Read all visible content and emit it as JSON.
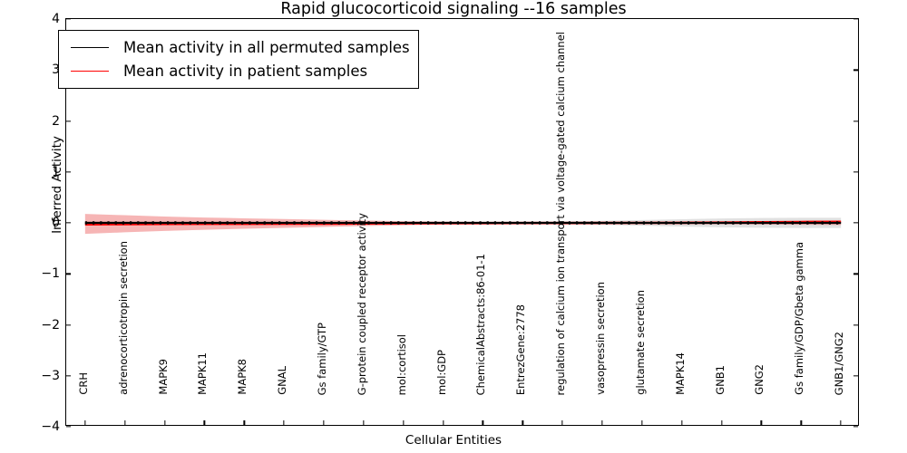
{
  "chart_data": {
    "type": "line",
    "title": "Rapid glucocorticoid signaling --16 samples",
    "xlabel": "Cellular Entities",
    "ylabel": "Inferred Activity",
    "ylim": [
      -4,
      4
    ],
    "yticks": [
      "-4",
      "-3",
      "-2",
      "-1",
      "0",
      "1",
      "2",
      "3",
      "4"
    ],
    "grid": false,
    "legend_position": "upper left",
    "legend": [
      {
        "label": "Mean activity in all permuted samples",
        "color": "#000000"
      },
      {
        "label": "Mean activity in patient samples",
        "color": "#ff0000"
      }
    ],
    "categories": [
      "CRH",
      "adrenocorticotropin secretion",
      "MAPK9",
      "MAPK11",
      "MAPK8",
      "GNAL",
      "Gs family/GTP",
      "G-protein coupled receptor activity",
      "mol:cortisol",
      "mol:GDP",
      "ChemicalAbstracts:86-01-1",
      "EntrezGene:2778",
      "regulation of calcium ion transport via voltage-gated calcium channel",
      "vasopressin secretion",
      "glutamate secretion",
      "MAPK14",
      "GNB1",
      "GNG2",
      "Gs family/GDP/Gbeta gamma",
      "GNB1/GNG2"
    ],
    "series": [
      {
        "name": "Mean activity in all permuted samples",
        "color": "#000000",
        "style": "solid-with-dots",
        "values": [
          0.0,
          0.0,
          0.0,
          0.0,
          0.0,
          0.0,
          0.0,
          0.0,
          0.0,
          0.0,
          0.0,
          0.0,
          0.0,
          0.0,
          0.0,
          0.0,
          0.0,
          0.0,
          0.0,
          0.0
        ],
        "band_color": "#c8c8c8",
        "band_upper": [
          0.035,
          0.03,
          0.026,
          0.022,
          0.02,
          0.018,
          0.016,
          0.014,
          0.014,
          0.014,
          0.016,
          0.02,
          0.028,
          0.04,
          0.055,
          0.072,
          0.086,
          0.096,
          0.1,
          0.1
        ],
        "band_lower": [
          -0.035,
          -0.03,
          -0.026,
          -0.022,
          -0.02,
          -0.018,
          -0.016,
          -0.014,
          -0.014,
          -0.014,
          -0.016,
          -0.02,
          -0.028,
          -0.04,
          -0.055,
          -0.072,
          -0.086,
          -0.096,
          -0.1,
          -0.1
        ]
      },
      {
        "name": "Mean activity in patient samples",
        "color": "#ff0000",
        "style": "solid",
        "values": [
          -0.03,
          -0.026,
          -0.022,
          -0.02,
          -0.019,
          -0.018,
          -0.016,
          -0.012,
          -0.008,
          -0.006,
          -0.005,
          -0.004,
          -0.003,
          -0.002,
          0.0,
          0.002,
          0.006,
          0.012,
          0.018,
          0.022
        ],
        "band_color": "#f08080",
        "band_upper": [
          0.175,
          0.15,
          0.125,
          0.105,
          0.09,
          0.075,
          0.06,
          0.046,
          0.034,
          0.026,
          0.022,
          0.02,
          0.019,
          0.019,
          0.02,
          0.022,
          0.026,
          0.032,
          0.038,
          0.042
        ],
        "band_lower": [
          -0.215,
          -0.185,
          -0.158,
          -0.135,
          -0.115,
          -0.098,
          -0.08,
          -0.062,
          -0.046,
          -0.034,
          -0.028,
          -0.024,
          -0.022,
          -0.022,
          -0.023,
          -0.025,
          -0.028,
          -0.033,
          -0.038,
          -0.042
        ]
      }
    ]
  }
}
